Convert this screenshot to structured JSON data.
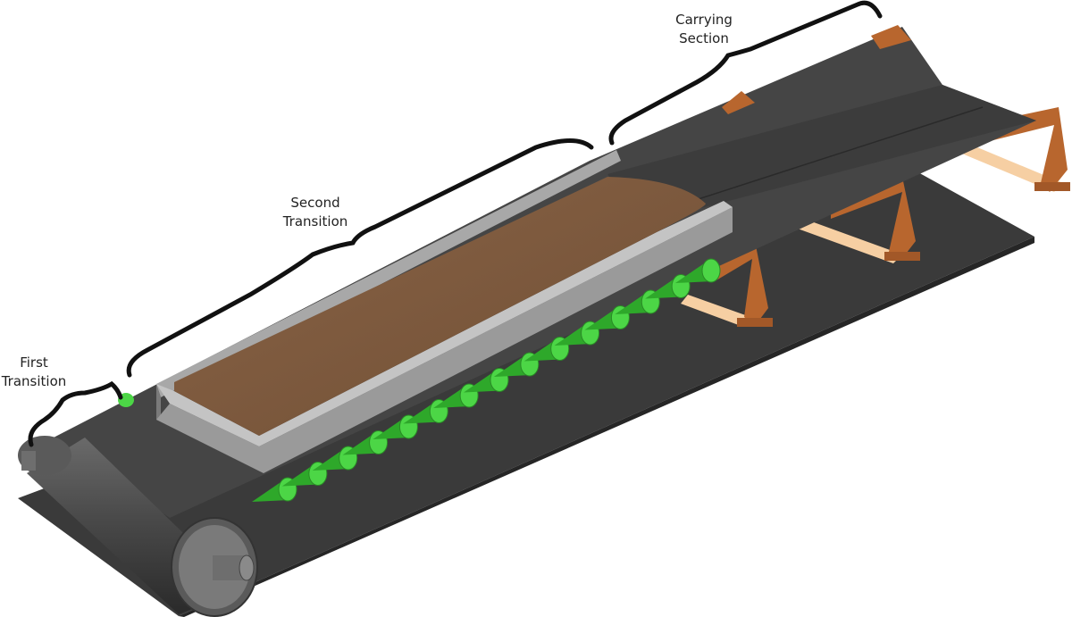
{
  "labels": {
    "first_transition": [
      "First",
      "Transition"
    ],
    "second_transition": [
      "Second",
      "Transition"
    ],
    "carrying_section": [
      "Carrying",
      "Section"
    ]
  },
  "colors": {
    "belt": "#3c3c3c",
    "belt_dark": "#2a2a2a",
    "skirt_board": "#8e8e8e",
    "material": "#7d5a3e",
    "impact_idler": "#3fc23a",
    "idler_frame": "#b8662e",
    "idler_base": "#f6cfa3",
    "pulley": "#4a4a4a",
    "brace": "#111111"
  },
  "icons": [
    "brace-icon"
  ]
}
